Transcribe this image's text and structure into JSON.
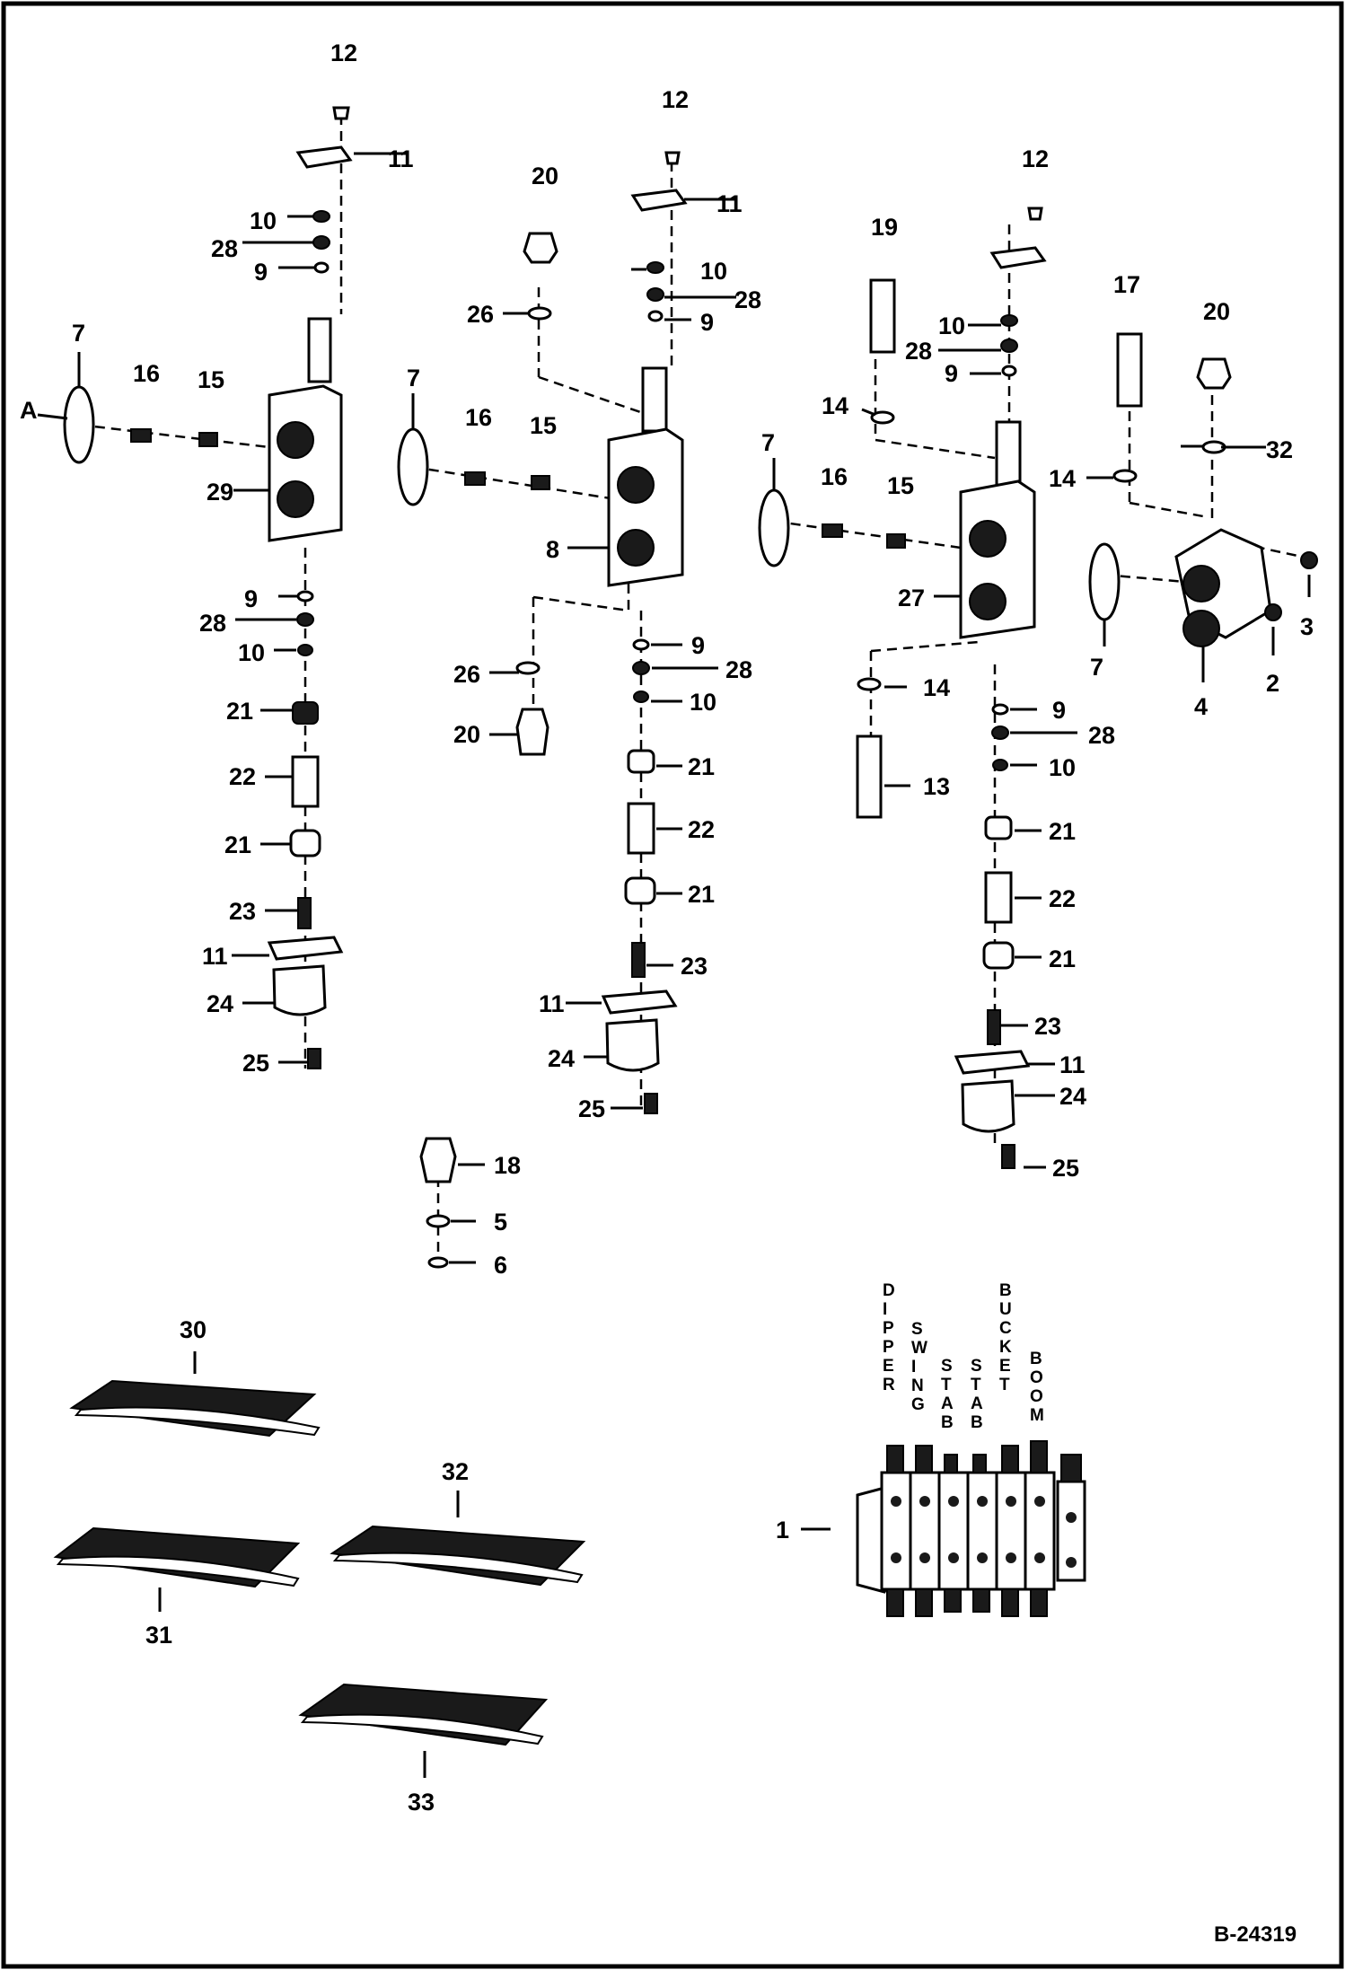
{
  "diagram": {
    "reference": "B-24319",
    "assembly_label": "1",
    "section_label_A": "A",
    "section_names": [
      "DIPPER",
      "SWING",
      "STAB",
      "STAB",
      "BUCKET",
      "BOOM"
    ],
    "callouts": {
      "col1": [
        "12",
        "11",
        "10",
        "28",
        "9",
        "7",
        "16",
        "15",
        "29",
        "9",
        "28",
        "10",
        "21",
        "22",
        "21",
        "23",
        "11",
        "24",
        "25"
      ],
      "col2": [
        "12",
        "20",
        "11",
        "10",
        "28",
        "9",
        "26",
        "7",
        "16",
        "15",
        "8",
        "26",
        "20",
        "9",
        "28",
        "10",
        "21",
        "22",
        "21",
        "23",
        "11",
        "24",
        "25"
      ],
      "col3": [
        "12",
        "19",
        "10",
        "28",
        "9",
        "14",
        "7",
        "16",
        "15",
        "27",
        "14",
        "13",
        "9",
        "28",
        "10",
        "21",
        "22",
        "21",
        "23",
        "11",
        "24",
        "25"
      ],
      "col4": [
        "17",
        "20",
        "32",
        "14",
        "7",
        "3",
        "2",
        "4"
      ],
      "misc": [
        "18",
        "5",
        "6"
      ],
      "decals": [
        "30",
        "31",
        "32",
        "33"
      ]
    }
  }
}
